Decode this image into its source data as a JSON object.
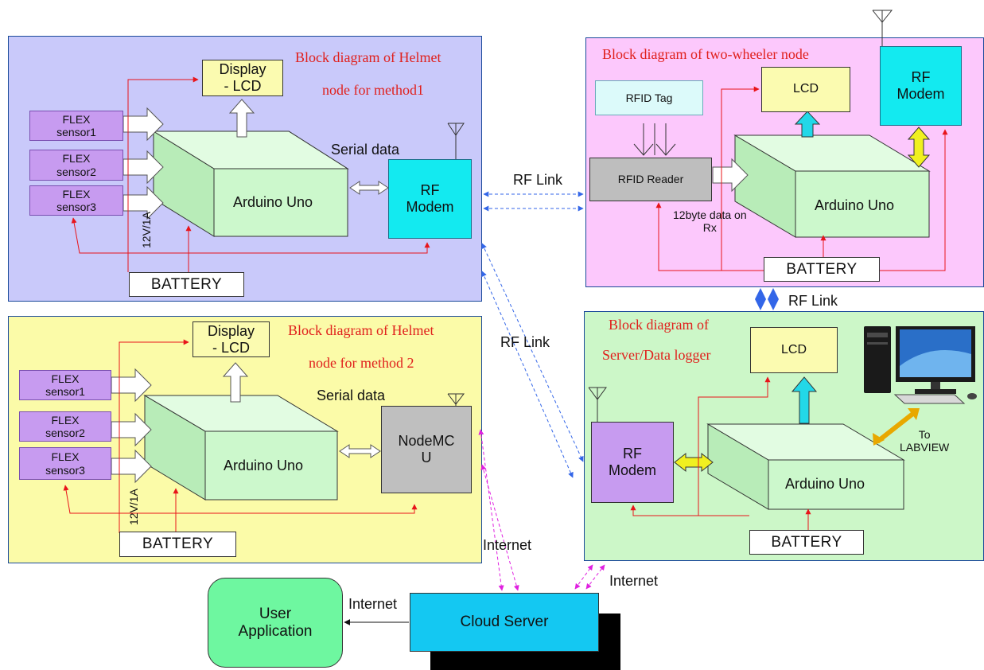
{
  "helmet1": {
    "title_line1": "Block diagram of Helmet",
    "title_line2": "node for method1",
    "display": "Display\n- LCD",
    "flex": [
      "FLEX\nsensor1",
      "FLEX\nsensor2",
      "FLEX\nsensor3"
    ],
    "arduino": "Arduino Uno",
    "serial": "Serial data",
    "rf": "RF\nModem",
    "power": "12V/1A",
    "battery": "BATTERY"
  },
  "helmet2": {
    "title_line1": "Block diagram of Helmet",
    "title_line2": "node for method 2",
    "display": "Display\n- LCD",
    "flex": [
      "FLEX\nsensor1",
      "FLEX\nsensor2",
      "FLEX\nsensor3"
    ],
    "arduino": "Arduino Uno",
    "serial": "Serial data",
    "nodemcu": "NodeMC\nU",
    "power": "12V/1A",
    "battery": "BATTERY"
  },
  "twowheeler": {
    "title": "Block diagram of two-wheeler node",
    "rfid_tag": "RFID Tag",
    "rfid_reader": "RFID Reader",
    "lcd": "LCD",
    "rf": "RF\nModem",
    "arduino": "Arduino Uno",
    "data_note": "12byte data on\nRx",
    "battery": "BATTERY"
  },
  "server": {
    "title_line1": "Block diagram of",
    "title_line2": "Server/Data logger",
    "lcd": "LCD",
    "rf": "RF\nModem",
    "arduino": "Arduino Uno",
    "labview": "To\nLABVIEW",
    "battery": "BATTERY"
  },
  "links": {
    "rf_link_top": "RF Link",
    "rf_link_mid": "RF Link",
    "rf_link_right": "RF Link",
    "internet_left": "Internet",
    "internet_right": "Internet",
    "internet_app": "Internet"
  },
  "cloud": "Cloud Server",
  "user_app": "User\nApplication"
}
